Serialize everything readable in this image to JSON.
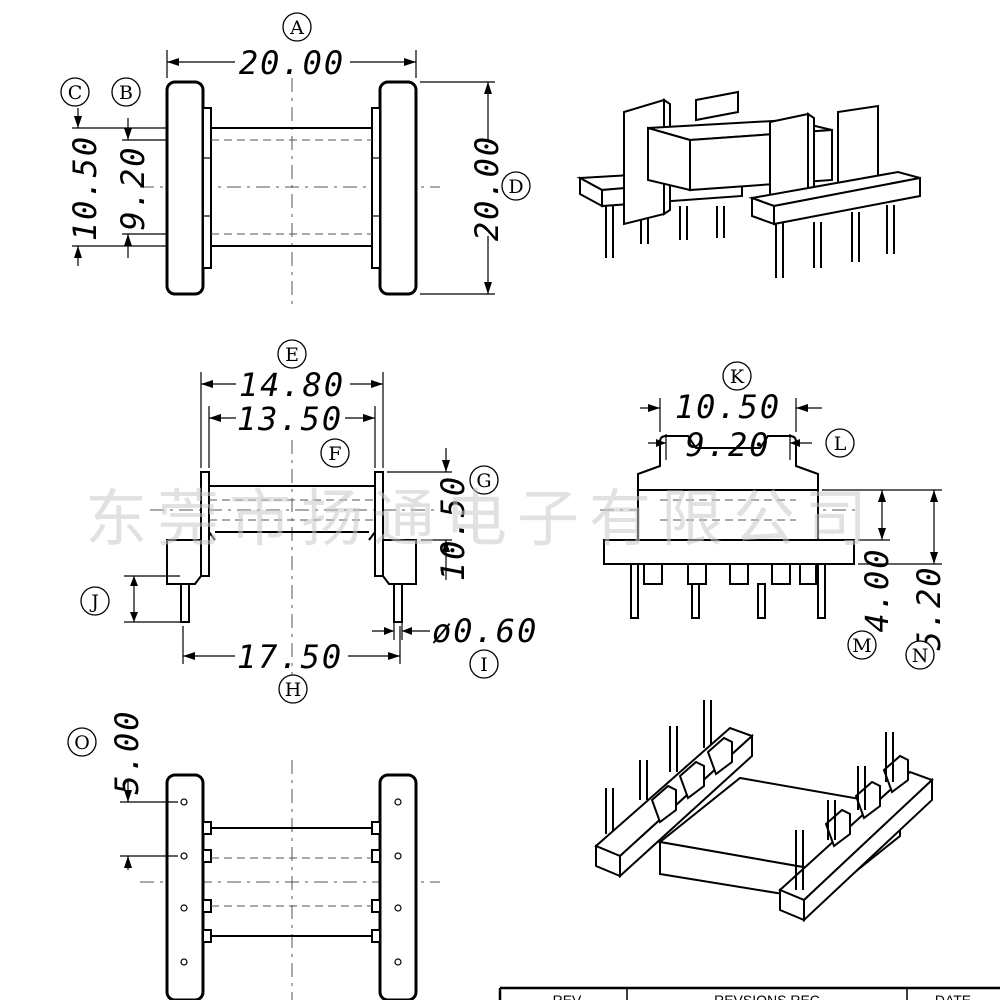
{
  "dimensions": {
    "A": "20.00",
    "B": "9.20",
    "C": "10.50",
    "D": "20.00",
    "E": "14.80",
    "F": "13.50",
    "G": "10.50",
    "H": "17.50",
    "I": "ø0.60",
    "K": "10.50",
    "L": "9.20",
    "M": "4.00",
    "N": "5.20",
    "O": "5.00"
  },
  "bubbles": {
    "A": "A",
    "B": "B",
    "C": "C",
    "D": "D",
    "E": "E",
    "F": "F",
    "G": "G",
    "H": "H",
    "I": "I",
    "J": "J",
    "K": "K",
    "L": "L",
    "M": "M",
    "N": "N",
    "O": "O"
  },
  "watermark": "东莞市扬通电子有限公司",
  "title_block": {
    "rev": "REV",
    "revisions": "REVSIONS  REC",
    "date": "DATE"
  }
}
